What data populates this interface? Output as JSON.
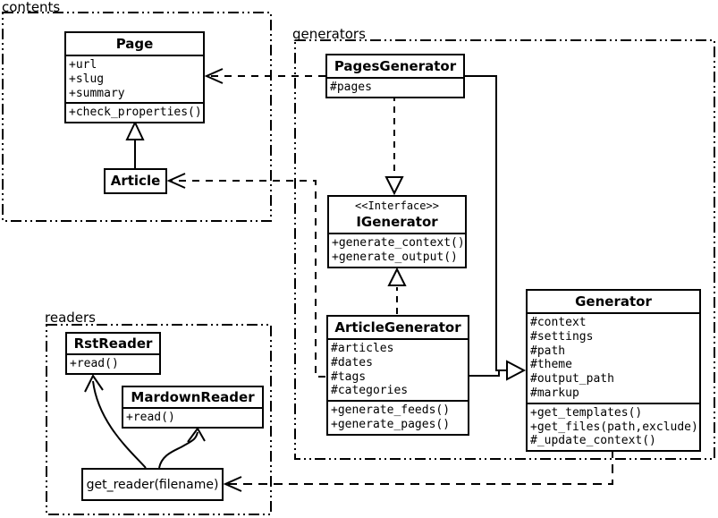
{
  "colors": {
    "ink": "#000000",
    "background": "#ffffff"
  },
  "packages": {
    "contents": {
      "label": "contents"
    },
    "generators": {
      "label": "generators"
    },
    "readers": {
      "label": "readers"
    }
  },
  "classes": {
    "page": {
      "name": "Page",
      "attributes": [
        "+url",
        "+slug",
        "+summary"
      ],
      "methods": [
        "+check_properties()"
      ]
    },
    "article": {
      "name": "Article"
    },
    "pages_generator": {
      "name": "PagesGenerator",
      "attributes": [
        "#pages"
      ]
    },
    "igenerator": {
      "stereotype": "<<Interface>>",
      "name": "IGenerator",
      "methods": [
        "+generate_context()",
        "+generate_output()"
      ]
    },
    "article_generator": {
      "name": "ArticleGenerator",
      "attributes": [
        "#articles",
        "#dates",
        "#tags",
        "#categories"
      ],
      "methods": [
        "+generate_feeds()",
        "+generate_pages()"
      ]
    },
    "generator": {
      "name": "Generator",
      "attributes": [
        "#context",
        "#settings",
        "#path",
        "#theme",
        "#output_path",
        "#markup"
      ],
      "methods": [
        "+get_templates()",
        "+get_files(path,exclude)",
        "#_update_context()"
      ]
    },
    "rst_reader": {
      "name": "RstReader",
      "methods": [
        "+read()"
      ]
    },
    "mardown_reader": {
      "name": "MardownReader",
      "methods": [
        "+read()"
      ]
    },
    "get_reader": {
      "label": "get_reader(filename)"
    }
  }
}
